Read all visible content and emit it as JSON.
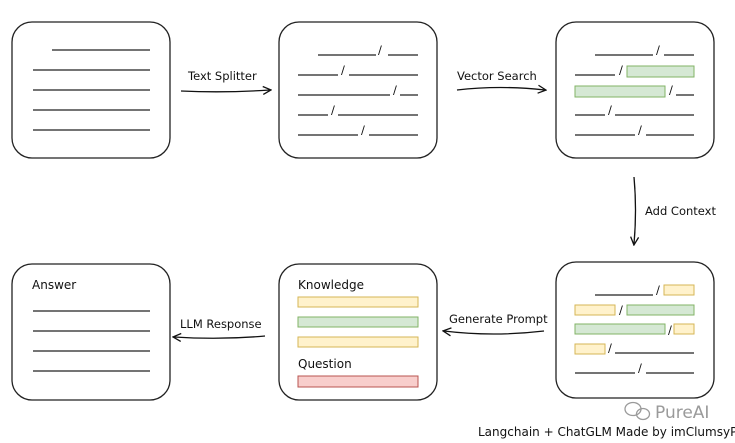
{
  "steps": {
    "text_splitter": "Text Splitter",
    "vector_search": "Vector Search",
    "add_context": "Add Context",
    "generate_prompt": "Generate Prompt",
    "llm_response": "LLM Response"
  },
  "prompt_box": {
    "knowledge": "Knowledge",
    "question": "Question"
  },
  "answer_box": {
    "title": "Answer"
  },
  "watermark": "PureAI",
  "credit": "Langchain + ChatGLM Made by imClumsyPanda",
  "colors": {
    "green_fill": "#d5e8d4",
    "green_stroke": "#82b366",
    "yellow_fill": "#fff2cc",
    "yellow_stroke": "#d6b656",
    "red_fill": "#f8cecc",
    "red_stroke": "#b85450"
  }
}
